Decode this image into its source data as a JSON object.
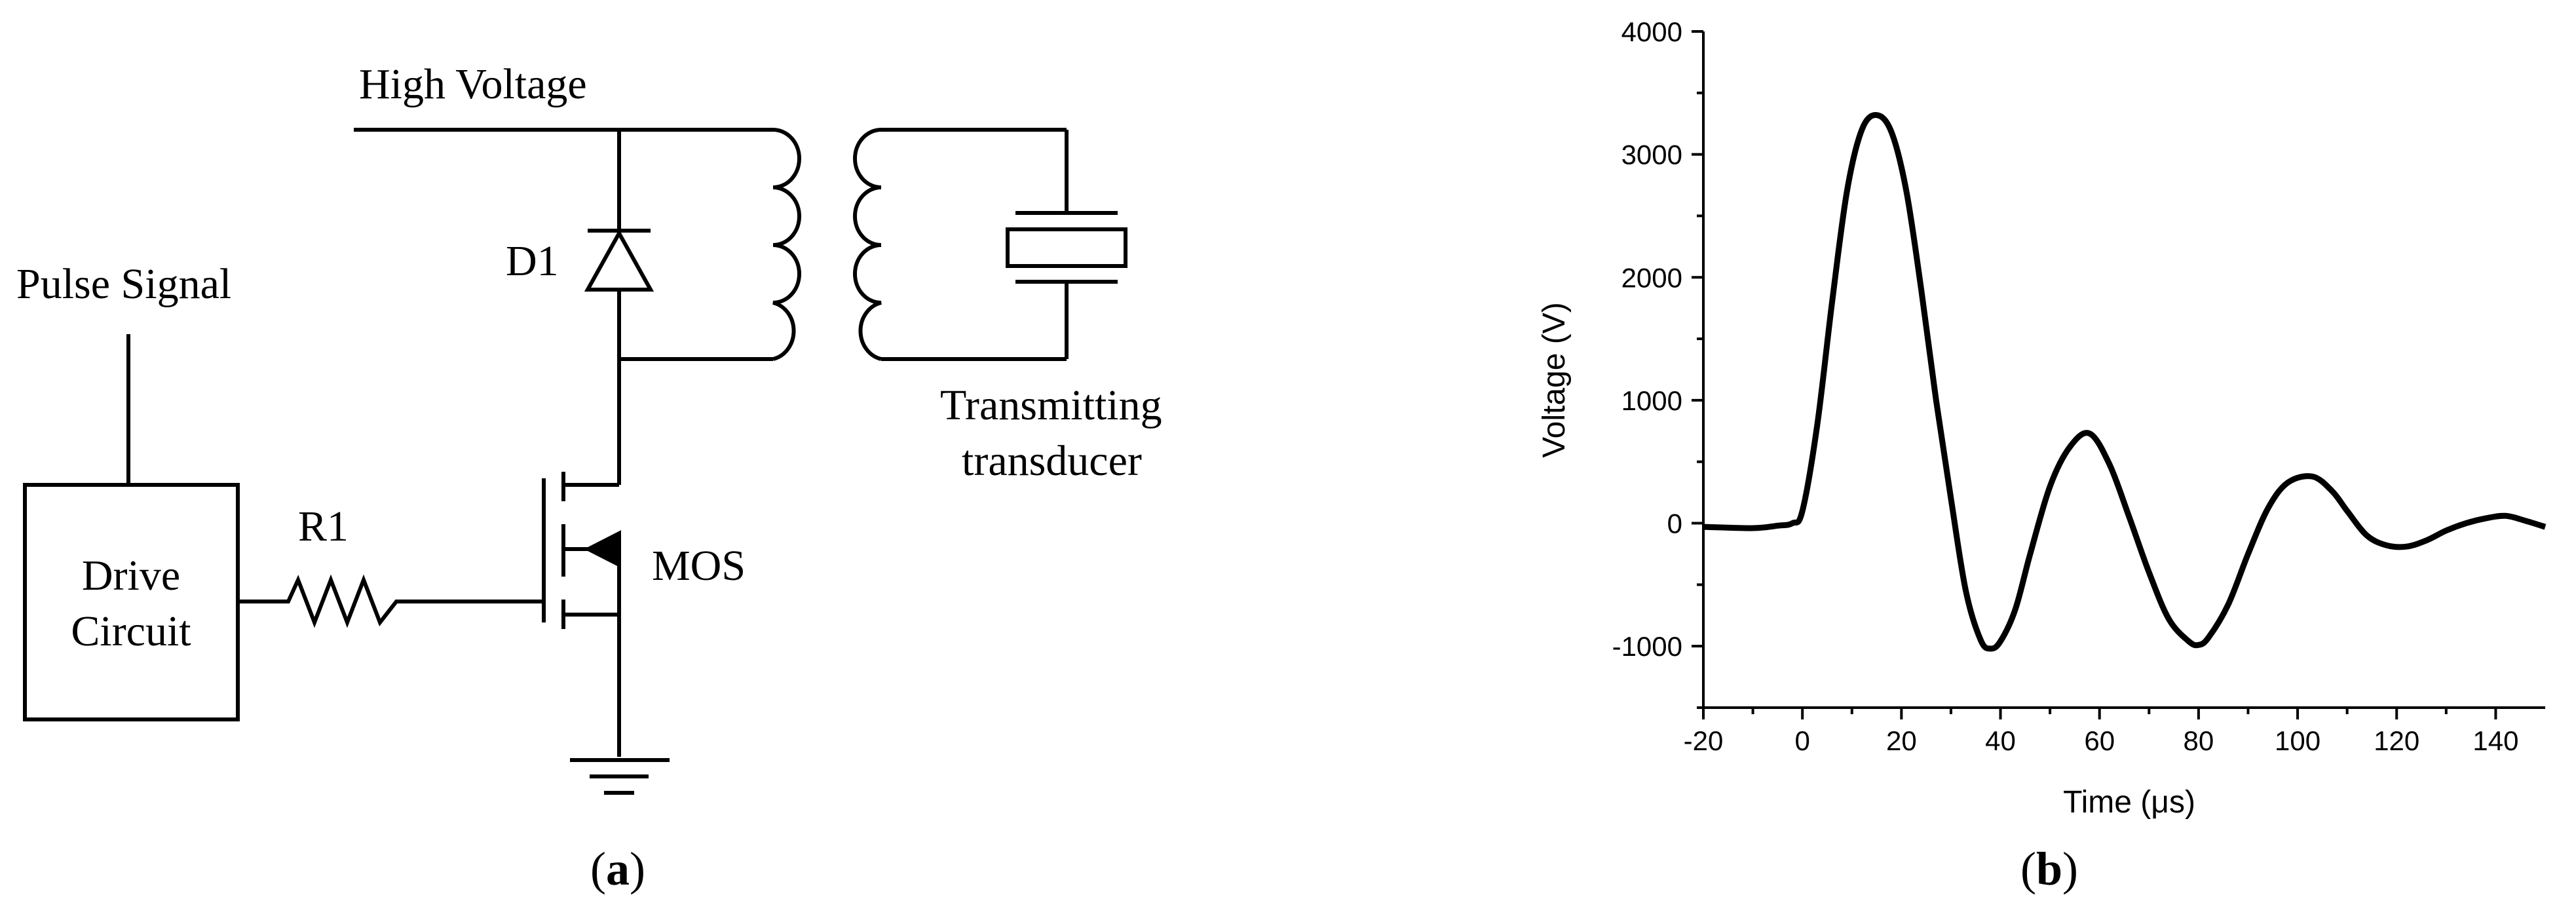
{
  "panel_a": {
    "caption_prefix": "(",
    "caption_letter": "a",
    "caption_suffix": ")",
    "labels": {
      "high_voltage": "High Voltage",
      "pulse_signal": "Pulse Signal",
      "d1": "D1",
      "r1": "R1",
      "mos": "MOS",
      "drive_line1": "Drive",
      "drive_line2": "Circuit",
      "transducer_line1": "Transmitting",
      "transducer_line2": "transducer"
    }
  },
  "panel_b": {
    "caption_prefix": "(",
    "caption_letter": "b",
    "caption_suffix": ")"
  },
  "chart_data": {
    "type": "line",
    "xlabel": "Time (μs)",
    "ylabel": "Voltage (V)",
    "xlim": [
      -20,
      150
    ],
    "ylim": [
      -1500,
      4000
    ],
    "xticks": [
      -20,
      0,
      20,
      40,
      60,
      80,
      100,
      120,
      140
    ],
    "yticks": [
      -1000,
      0,
      1000,
      2000,
      3000,
      4000
    ],
    "series": [
      {
        "x": [
          -20,
          -10,
          -5,
          -2,
          0,
          3,
          6,
          9,
          12,
          15,
          18,
          21,
          24,
          27,
          30,
          33,
          36,
          38,
          40,
          43,
          46,
          50,
          54,
          58,
          62,
          66,
          70,
          74,
          78,
          80,
          82,
          86,
          90,
          94,
          98,
          103,
          107,
          110,
          114,
          118,
          122,
          126,
          130,
          134,
          138,
          142,
          146,
          150
        ],
        "y": [
          -30,
          -40,
          -20,
          0,
          100,
          800,
          1800,
          2700,
          3200,
          3320,
          3180,
          2700,
          1900,
          1000,
          200,
          -550,
          -950,
          -1020,
          -960,
          -700,
          -250,
          300,
          620,
          730,
          480,
          50,
          -400,
          -780,
          -960,
          -990,
          -930,
          -660,
          -250,
          120,
          330,
          380,
          260,
          100,
          -100,
          -180,
          -190,
          -140,
          -60,
          0,
          40,
          60,
          20,
          -30
        ]
      }
    ]
  }
}
